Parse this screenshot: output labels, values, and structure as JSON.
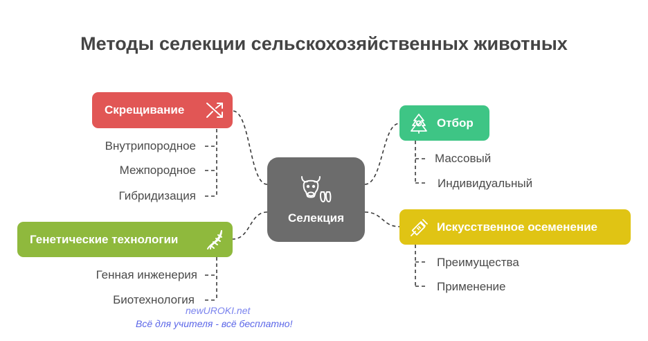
{
  "title": "Методы селекции сельскохозяйственных животных",
  "center": {
    "label": "Селекция",
    "icon": "cow-icon"
  },
  "colors": {
    "crossing": "#e15655",
    "genetic": "#8fb93d",
    "selection": "#3ec585",
    "insemination": "#e0c414",
    "center": "#6c6c6c",
    "connector": "#3a3a3a"
  },
  "branches": {
    "crossing": {
      "label": "Скрещивание",
      "icon": "shuffle-arrows-icon",
      "items": [
        "Внутрипородное",
        "Межпородное",
        "Гибридизация"
      ]
    },
    "genetic": {
      "label": "Генетические технологии",
      "icon": "dna-icon",
      "items": [
        "Генная инженерия",
        "Биотехнология"
      ]
    },
    "selection": {
      "label": "Отбор",
      "icon": "tree-selection-icon",
      "items": [
        "Массовый",
        "Индивидуальный"
      ]
    },
    "insemination": {
      "label": "Искусственное осеменение",
      "icon": "syringe-icon",
      "items": [
        "Преимущества",
        "Применение"
      ]
    }
  },
  "watermark": {
    "line1": "newUROKI.net",
    "line2": "Всё для учителя - всё бесплатно!"
  }
}
